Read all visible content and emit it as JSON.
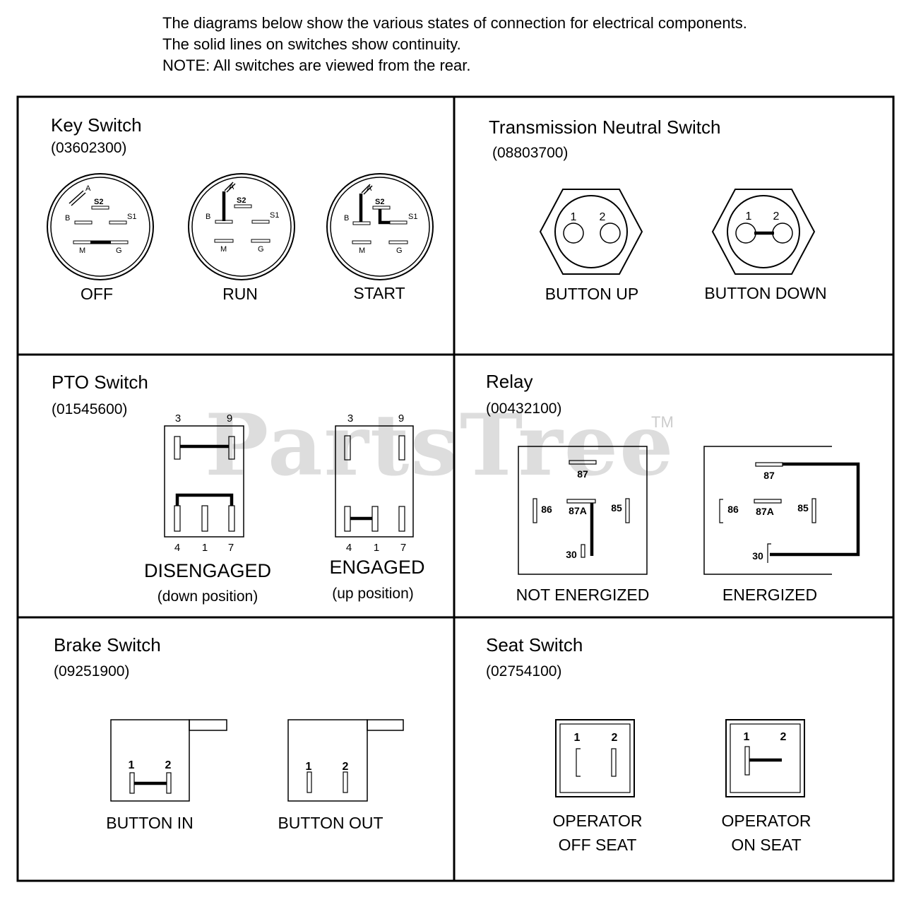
{
  "intro": {
    "line1": "The diagrams below show the various states of connection for electrical components.",
    "line2": "The solid lines on switches show continuity.",
    "line3": "NOTE: All switches are viewed from the rear."
  },
  "watermark": {
    "text": "PartsTree",
    "tm": "TM"
  },
  "key_switch": {
    "title": "Key Switch",
    "part": "(03602300)",
    "terminals": {
      "a": "A",
      "s2": "S2",
      "b": "B",
      "s1": "S1",
      "m": "M",
      "g": "G"
    },
    "states": [
      "OFF",
      "RUN",
      "START"
    ]
  },
  "transmission_switch": {
    "title": "Transmission Neutral Switch",
    "part": "(08803700)",
    "terminals": {
      "t1": "1",
      "t2": "2"
    },
    "states": [
      "BUTTON UP",
      "BUTTON DOWN"
    ]
  },
  "pto_switch": {
    "title": "PTO Switch",
    "part": "(01545600)",
    "terminals": {
      "t3": "3",
      "t9": "9",
      "t4": "4",
      "t1": "1",
      "t7": "7"
    },
    "states": [
      {
        "label": "DISENGAGED",
        "sub": "(down position)"
      },
      {
        "label": "ENGAGED",
        "sub": "(up position)"
      }
    ]
  },
  "relay": {
    "title": "Relay",
    "part": "(00432100)",
    "terminals": {
      "t87": "87",
      "t86": "86",
      "t87a": "87A",
      "t85": "85",
      "t30": "30"
    },
    "states": [
      "NOT ENERGIZED",
      "ENERGIZED"
    ]
  },
  "brake_switch": {
    "title": "Brake Switch",
    "part": "(09251900)",
    "terminals": {
      "t1": "1",
      "t2": "2"
    },
    "states": [
      "BUTTON IN",
      "BUTTON OUT"
    ]
  },
  "seat_switch": {
    "title": "Seat Switch",
    "part": "(02754100)",
    "terminals": {
      "t1": "1",
      "t2": "2"
    },
    "states": [
      {
        "line1": "OPERATOR",
        "line2": "OFF SEAT"
      },
      {
        "line1": "OPERATOR",
        "line2": "ON SEAT"
      }
    ]
  }
}
